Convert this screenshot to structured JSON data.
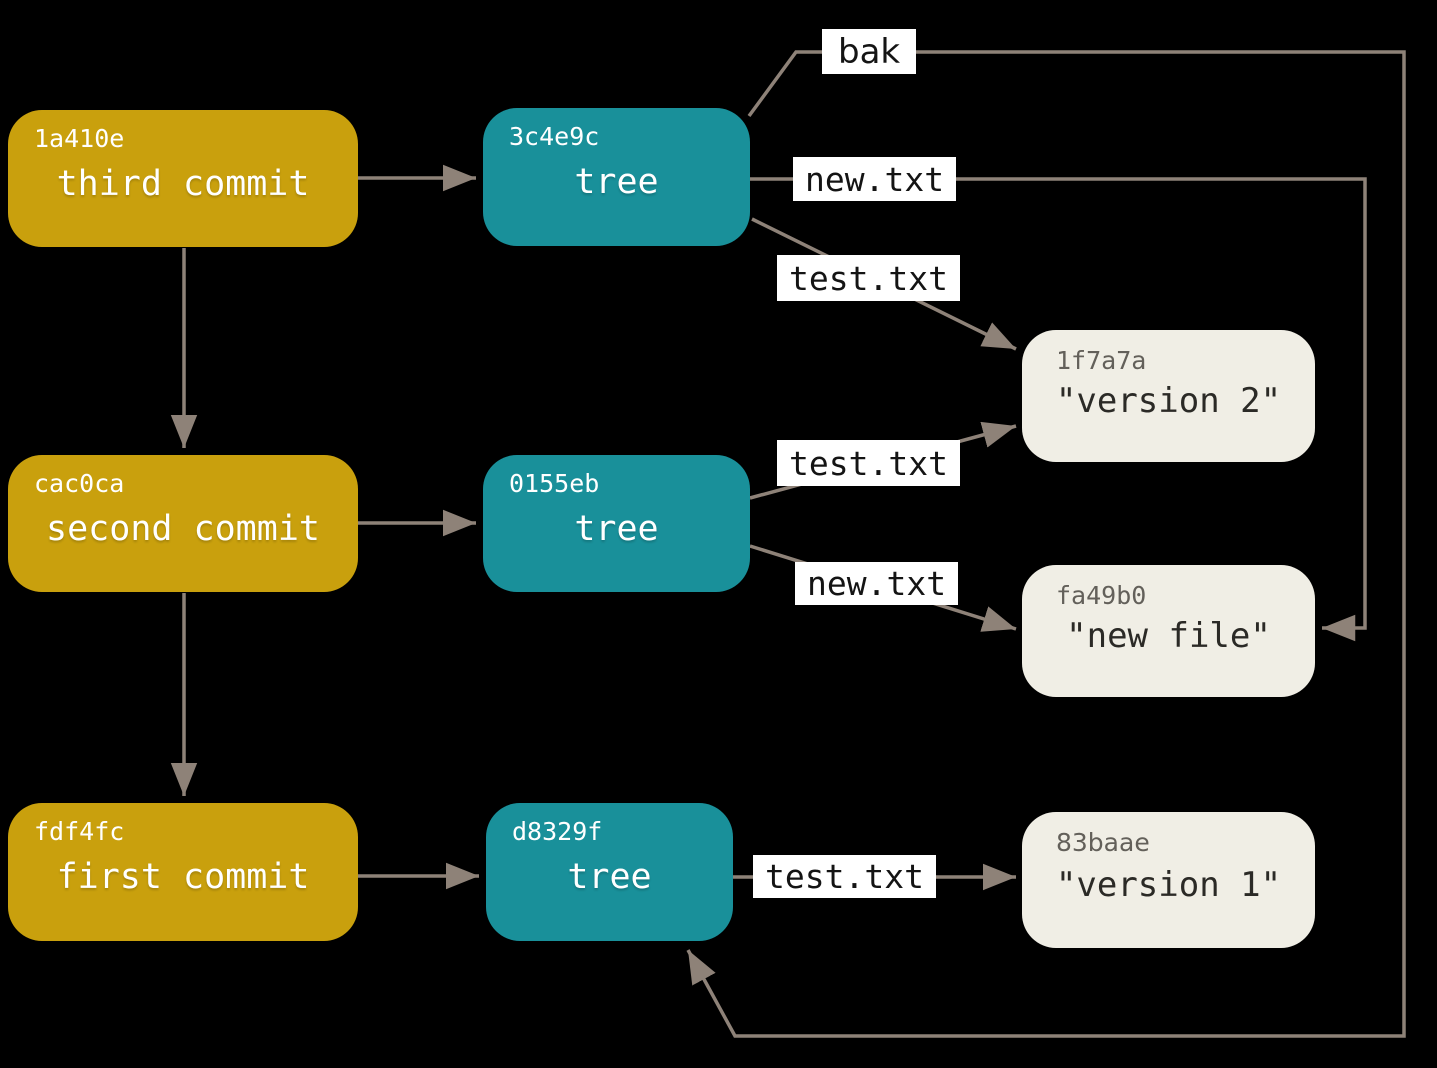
{
  "diagram": {
    "colors": {
      "background": "#000000",
      "commit": "#C9A00D",
      "tree": "#19909A",
      "blob": "#F0EEE5",
      "line": "#8E8278",
      "label_bg": "#FFFFFF",
      "label_text": "#141414",
      "node_text": "#FFFFFF",
      "blob_hash_text": "#63605A",
      "blob_label_text": "#2B2A26"
    },
    "commits": [
      {
        "hash": "1a410e",
        "label": "third commit"
      },
      {
        "hash": "cac0ca",
        "label": "second commit"
      },
      {
        "hash": "fdf4fc",
        "label": "first commit"
      }
    ],
    "trees": [
      {
        "hash": "3c4e9c",
        "label": "tree"
      },
      {
        "hash": "0155eb",
        "label": "tree"
      },
      {
        "hash": "d8329f",
        "label": "tree"
      }
    ],
    "blobs": [
      {
        "hash": "1f7a7a",
        "label": "\"version 2\""
      },
      {
        "hash": "fa49b0",
        "label": "\"new file\""
      },
      {
        "hash": "83baae",
        "label": "\"version 1\""
      }
    ],
    "edge_labels": [
      {
        "text": "bak"
      },
      {
        "text": "new.txt"
      },
      {
        "text": "test.txt"
      },
      {
        "text": "test.txt"
      },
      {
        "text": "new.txt"
      },
      {
        "text": "test.txt"
      }
    ],
    "edges": [
      {
        "from": "commit-1a410e",
        "to": "tree-3c4e9c",
        "label": ""
      },
      {
        "from": "commit-1a410e",
        "to": "commit-cac0ca",
        "label": ""
      },
      {
        "from": "commit-cac0ca",
        "to": "tree-0155eb",
        "label": ""
      },
      {
        "from": "commit-cac0ca",
        "to": "commit-fdf4fc",
        "label": ""
      },
      {
        "from": "commit-fdf4fc",
        "to": "tree-d8329f",
        "label": ""
      },
      {
        "from": "tree-3c4e9c",
        "to": "tree-d8329f",
        "label": "bak"
      },
      {
        "from": "tree-3c4e9c",
        "to": "blob-fa49b0",
        "label": "new.txt"
      },
      {
        "from": "tree-3c4e9c",
        "to": "blob-1f7a7a",
        "label": "test.txt"
      },
      {
        "from": "tree-0155eb",
        "to": "blob-1f7a7a",
        "label": "test.txt"
      },
      {
        "from": "tree-0155eb",
        "to": "blob-fa49b0",
        "label": "new.txt"
      },
      {
        "from": "tree-d8329f",
        "to": "blob-83baae",
        "label": "test.txt"
      }
    ]
  }
}
